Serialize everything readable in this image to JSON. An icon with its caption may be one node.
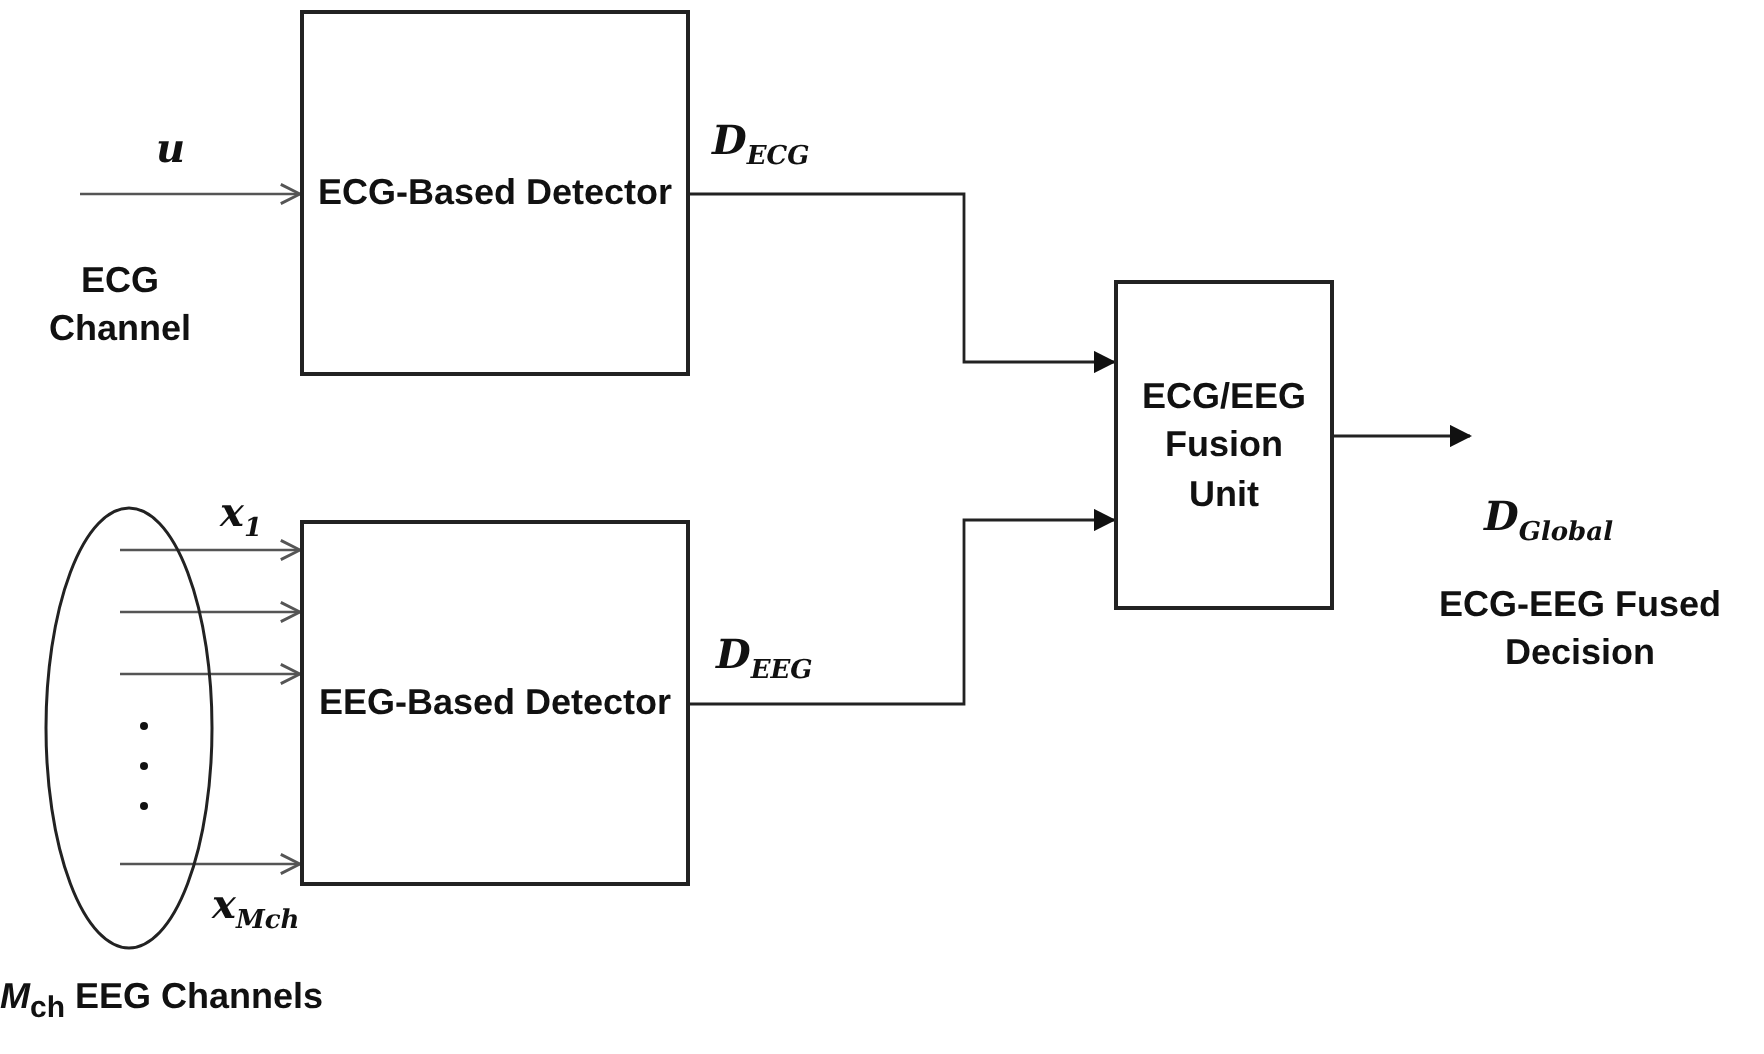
{
  "diagram": {
    "nodes": [
      {
        "text": [
          "ECG-Based Detector"
        ]
      },
      {
        "text": [],
        "shape": "ellipse",
        "beside": [
          "*M*$_{ch}$ EEG Channels"
        ]
      },
      {
        "text": [
          "EEG-Based Detector"
        ]
      },
      {
        "text": [
          "ECG/EEG Fusion Unit"
        ]
      }
    ],
    "edges": [
      {
        "from": null,
        "to": 0,
        "arrow": "to",
        "label": "u"
      },
      {
        "from": 1,
        "to": 2,
        "arrow": "to",
        "label": "x$_{1}$"
      },
      {
        "from": 1,
        "to": 2,
        "arrow": "to"
      },
      {
        "from": 1,
        "to": 2,
        "arrow": "to"
      },
      {
        "from": 1,
        "to": 2,
        "arrow": "to",
        "label": "x$_{Mch}$"
      },
      {
        "from": 0,
        "to": 3,
        "arrow": "to",
        "label": "D$_{ECG}$"
      },
      {
        "from": 2,
        "to": 3,
        "arrow": "to",
        "label": "D$_{EEG}$"
      },
      {
        "from": 3,
        "to": null,
        "arrow": "to",
        "label": "D$_{Global}$"
      }
    ],
    "labels": [
      "ECG Channel",
      "ECG-EEG Fused Decision"
    ]
  }
}
